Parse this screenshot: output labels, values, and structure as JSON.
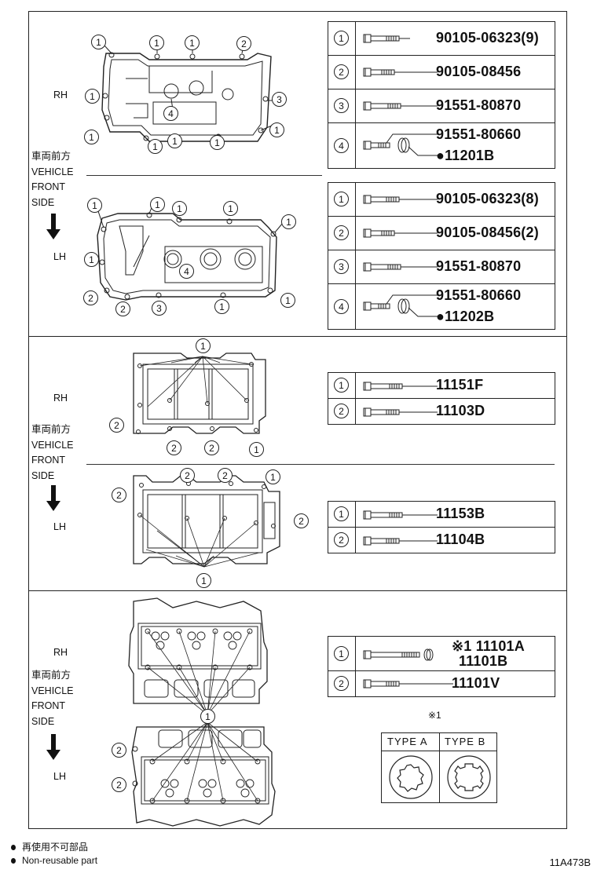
{
  "labels": {
    "rh": "RH",
    "lh": "LH",
    "jp_front": "車両前方",
    "vehicle": "VEHICLE",
    "front": "FRONT",
    "side": "SIDE"
  },
  "callouts": {
    "c1": "1",
    "c2": "2",
    "c3": "3",
    "c4": "4"
  },
  "section1": {
    "rh_table": [
      {
        "num": "1",
        "part": "90105-06323(9)"
      },
      {
        "num": "2",
        "part": "90105-08456"
      },
      {
        "num": "3",
        "part": "91551-80870"
      },
      {
        "num": "4",
        "part": "91551-80660",
        "part2": "●11201B"
      }
    ],
    "lh_table": [
      {
        "num": "1",
        "part": "90105-06323(8)"
      },
      {
        "num": "2",
        "part": "90105-08456(2)"
      },
      {
        "num": "3",
        "part": "91551-80870"
      },
      {
        "num": "4",
        "part": "91551-80660",
        "part2": "●11202B"
      }
    ]
  },
  "section2": {
    "rh_table": [
      {
        "num": "1",
        "part": "11151F"
      },
      {
        "num": "2",
        "part": "11103D"
      }
    ],
    "lh_table": [
      {
        "num": "1",
        "part": "11153B"
      },
      {
        "num": "2",
        "part": "11104B"
      }
    ]
  },
  "section3": {
    "table": [
      {
        "num": "1",
        "part": "※1 11101A",
        "part2": "11101B"
      },
      {
        "num": "2",
        "part": "11101V"
      }
    ],
    "note_mark": "※1",
    "type_a": "TYPE A",
    "type_b": "TYPE B"
  },
  "footer": {
    "jp": "再使用不可部品",
    "en": "Non-reusable part",
    "code": "11A473B"
  }
}
